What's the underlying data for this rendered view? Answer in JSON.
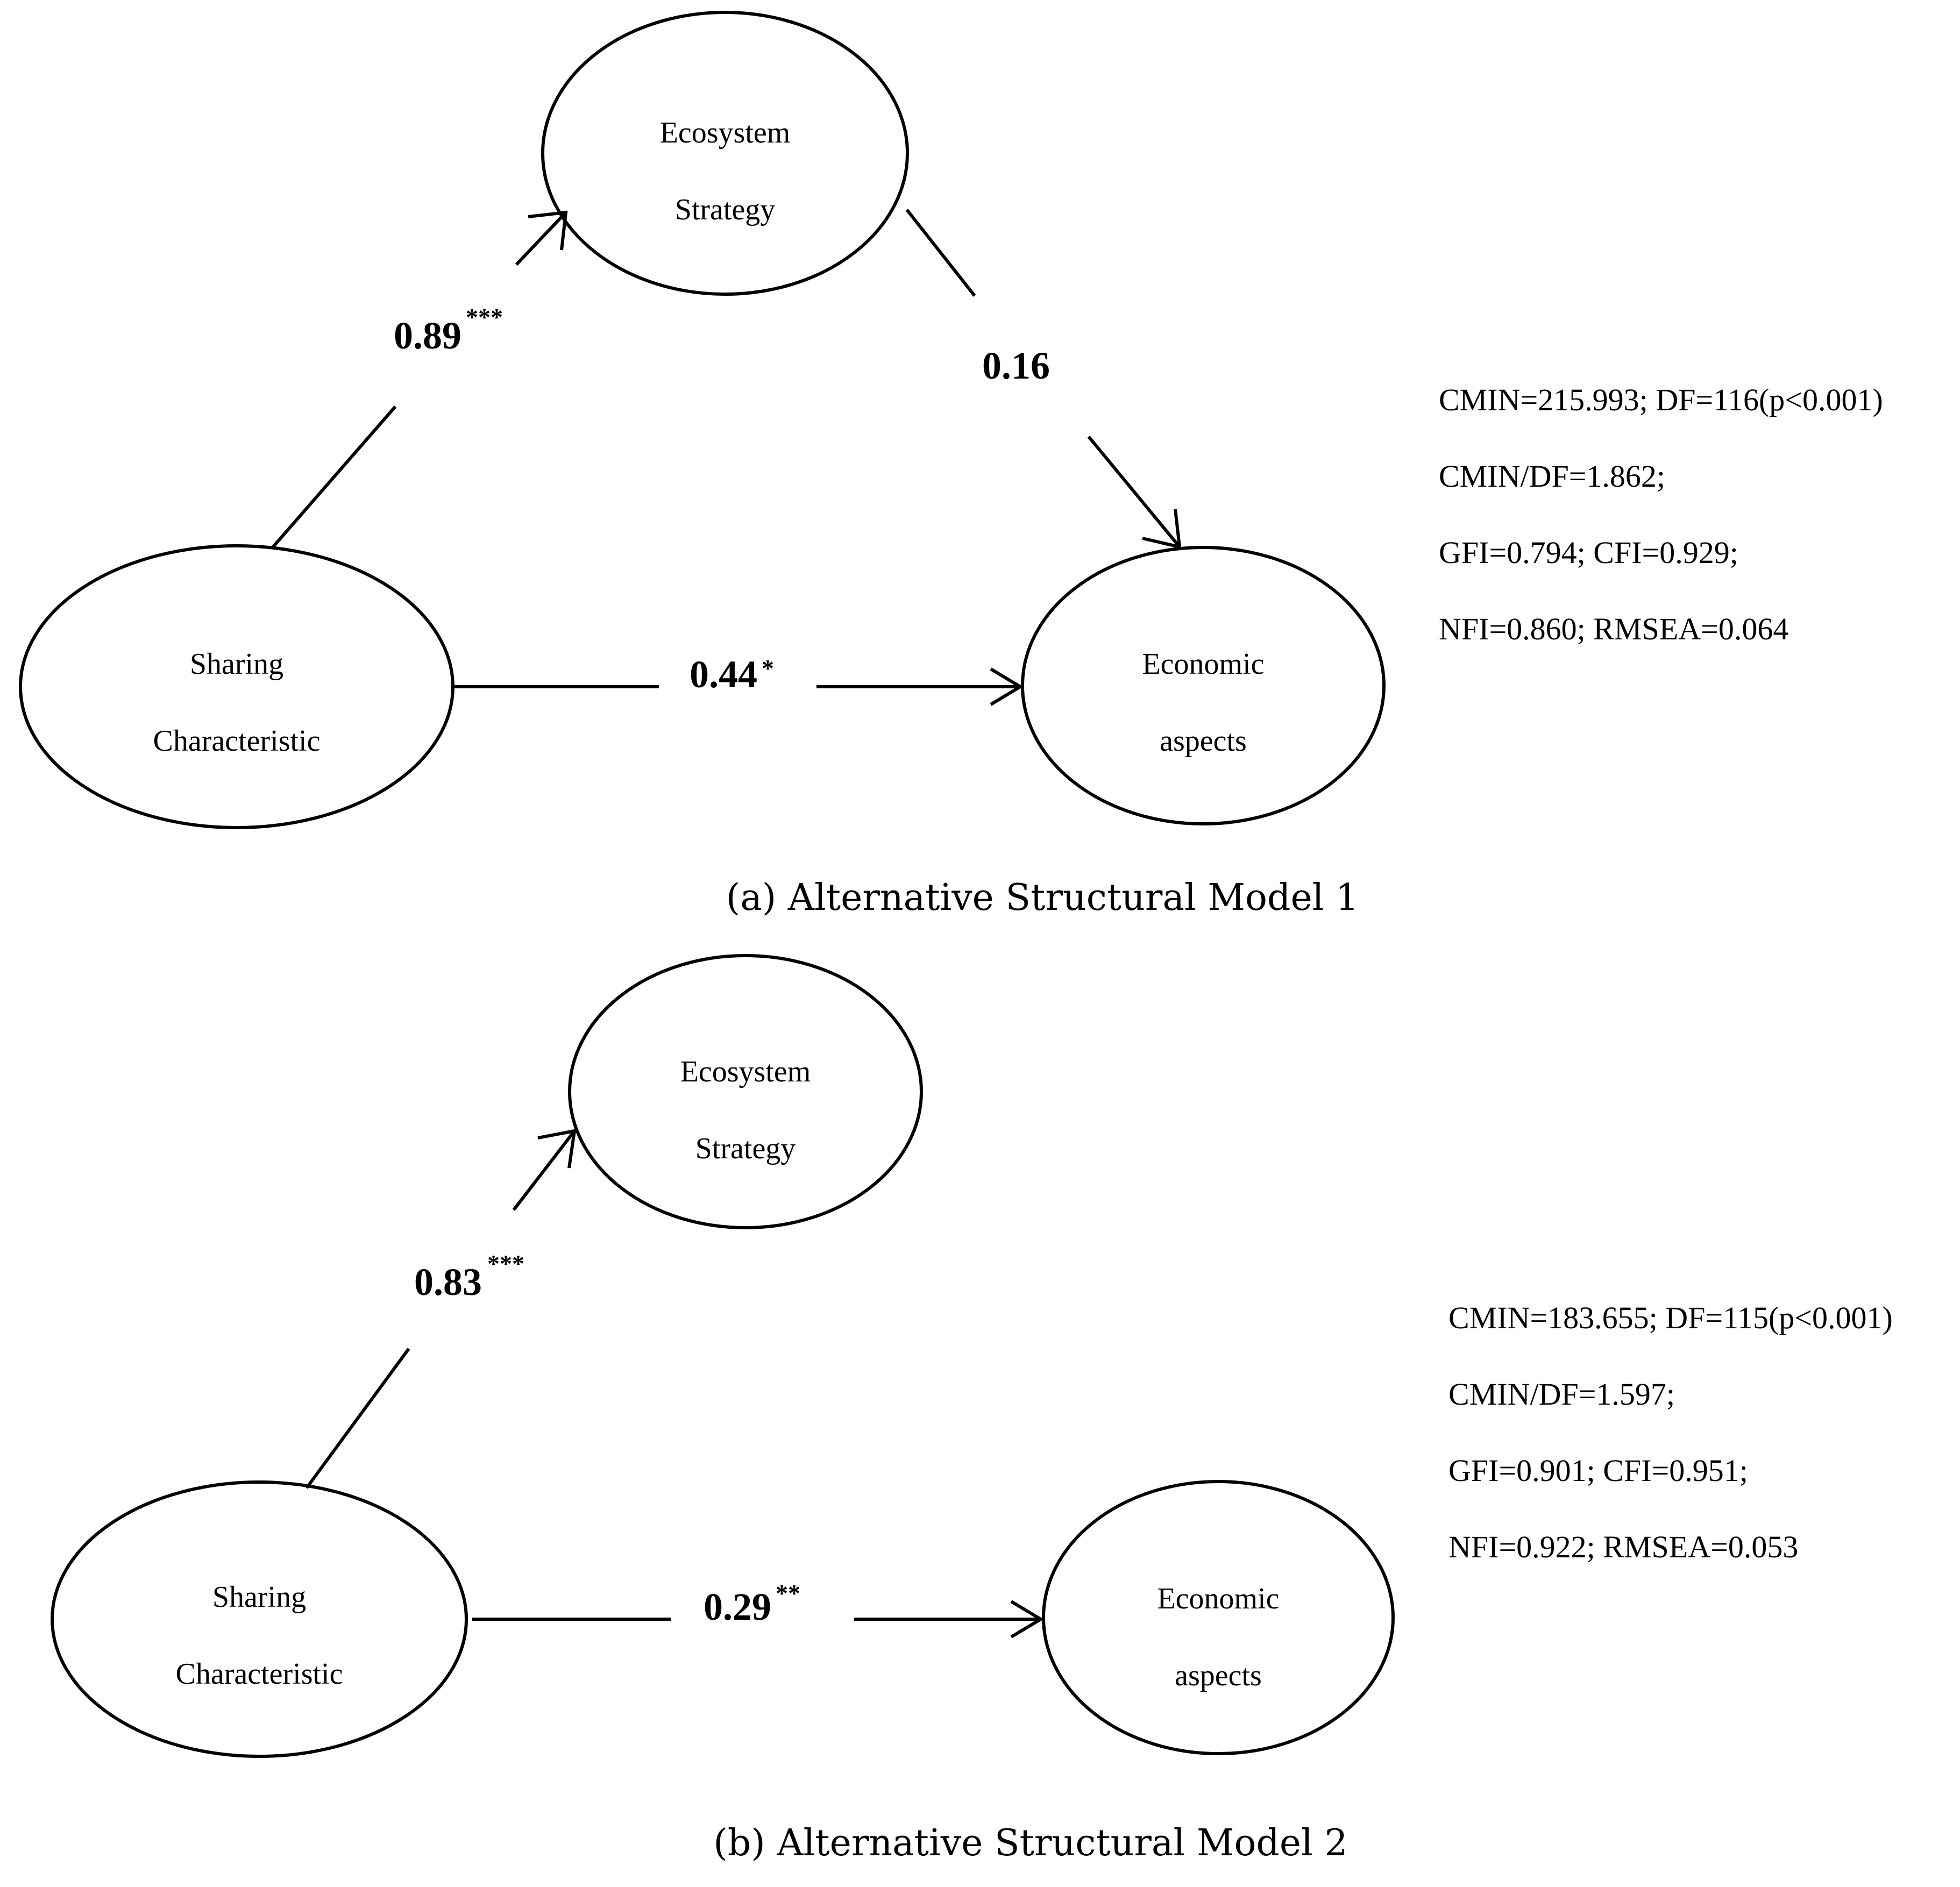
{
  "panels": [
    {
      "caption": "(a) Alternative Structural Model 1",
      "nodes": {
        "ecosystem": [
          "Ecosystem",
          "Strategy"
        ],
        "sharing": [
          "Sharing",
          "Characteristic"
        ],
        "economic": [
          "Economic",
          "aspects"
        ]
      },
      "paths": [
        {
          "from": "Sharing Characteristic",
          "to": "Ecosystem Strategy",
          "coefficient": "0.89",
          "significance": "***"
        },
        {
          "from": "Ecosystem Strategy",
          "to": "Economic aspects",
          "coefficient": "0.16",
          "significance": ""
        },
        {
          "from": "Sharing Characteristic",
          "to": "Economic aspects",
          "coefficient": "0.44",
          "significance": "*"
        }
      ],
      "fit": [
        "CMIN=215.993; DF=116(p<0.001)",
        "CMIN/DF=1.862;",
        "GFI=0.794; CFI=0.929;",
        "NFI=0.860; RMSEA=0.064"
      ]
    },
    {
      "caption": "(b) Alternative Structural Model 2",
      "nodes": {
        "ecosystem": [
          "Ecosystem",
          "Strategy"
        ],
        "sharing": [
          "Sharing",
          "Characteristic"
        ],
        "economic": [
          "Economic",
          "aspects"
        ]
      },
      "paths": [
        {
          "from": "Sharing Characteristic",
          "to": "Ecosystem Strategy",
          "coefficient": "0.83",
          "significance": "***"
        },
        {
          "from": "Sharing Characteristic",
          "to": "Economic aspects",
          "coefficient": "0.29",
          "significance": "**"
        }
      ],
      "fit": [
        "CMIN=183.655; DF=115(p<0.001)",
        "CMIN/DF=1.597;",
        "GFI=0.901; CFI=0.951;",
        "NFI=0.922; RMSEA=0.053"
      ]
    }
  ]
}
